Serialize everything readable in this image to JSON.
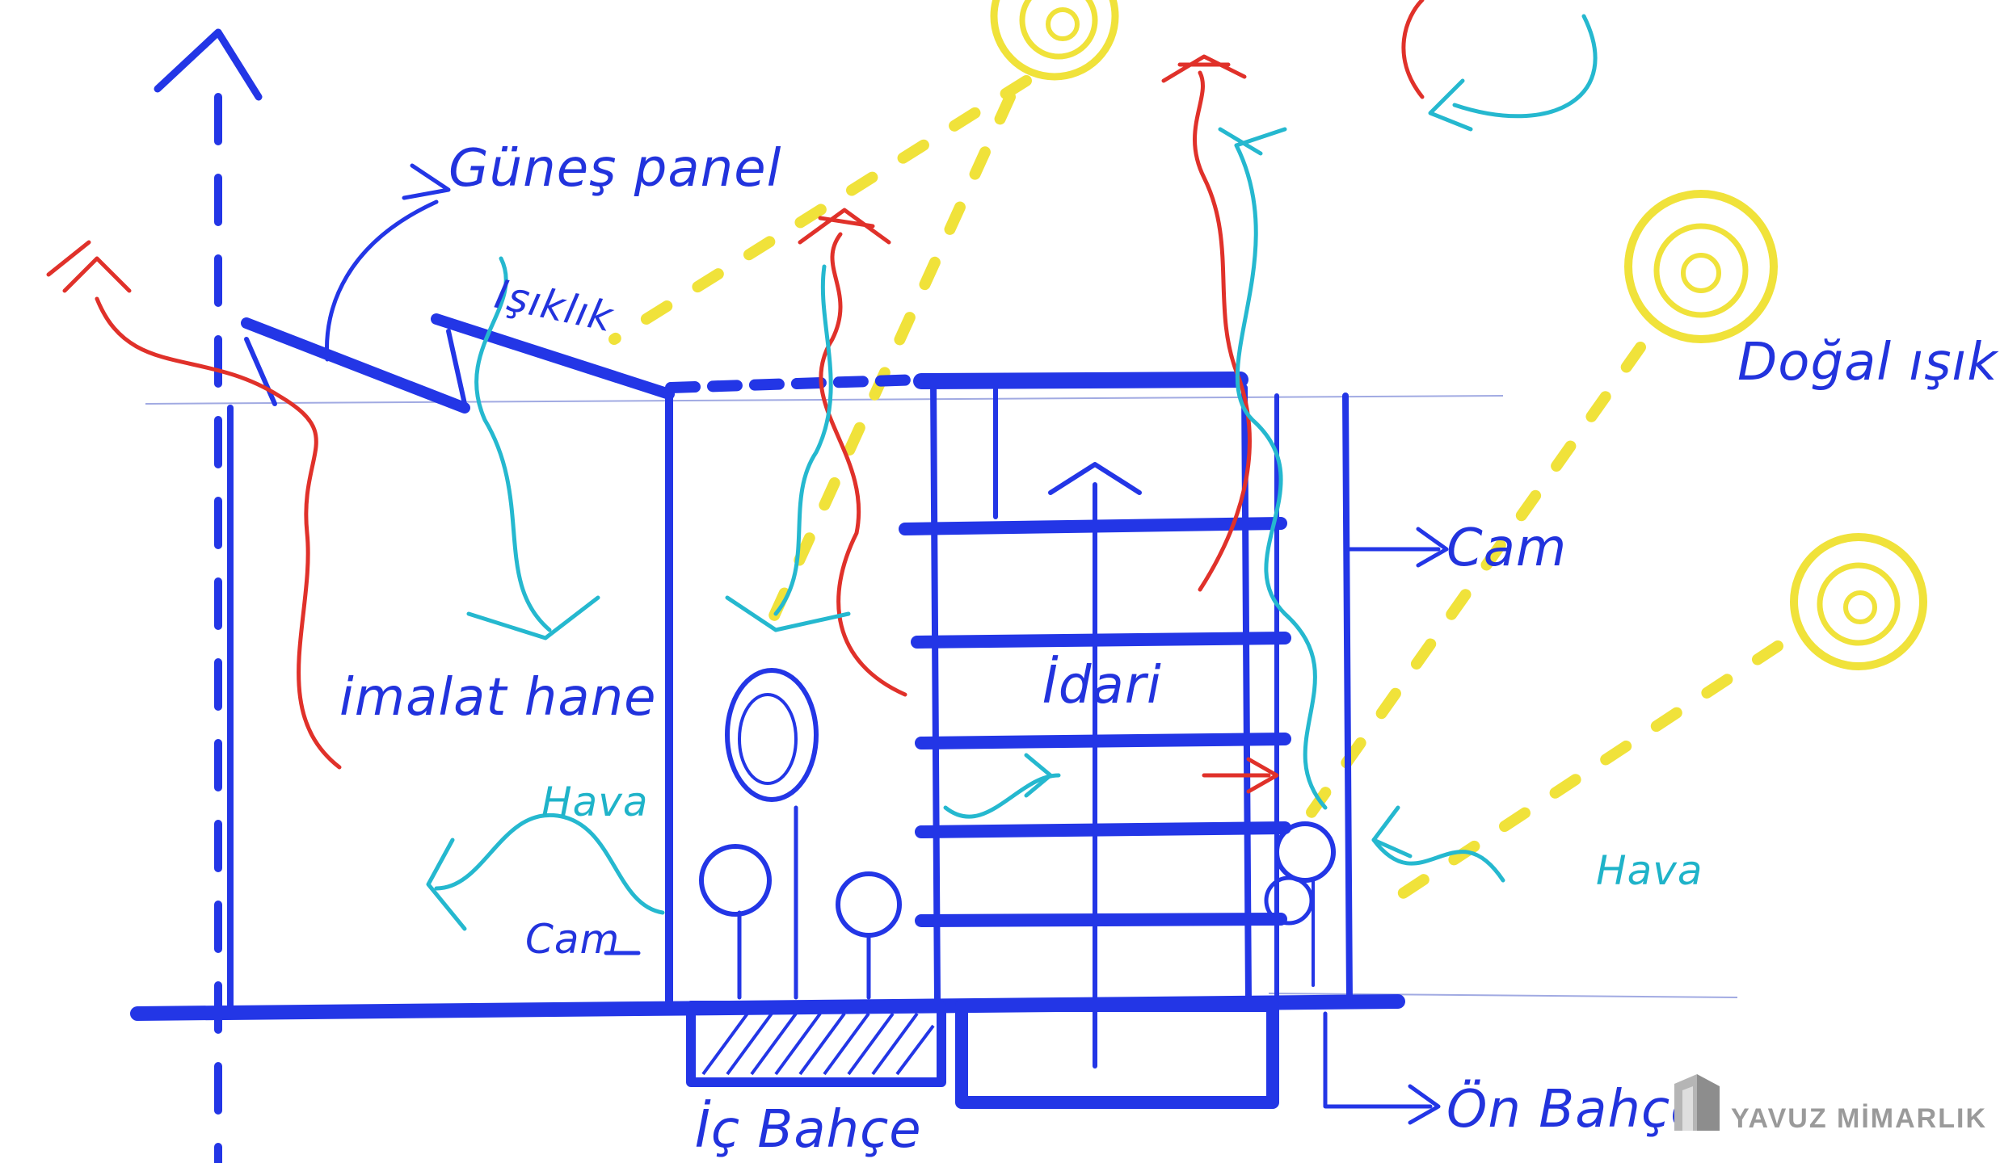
{
  "labels": {
    "solar_panel": "Güneş panel",
    "skylight": "Işıklık",
    "natural_light": "Doğal ışık",
    "glass_right": "Cam",
    "glass_left": "Cam",
    "workshop": "imalat hane",
    "office": "İdari",
    "air_left": "Hava",
    "air_right": "Hava",
    "inner_garden": "İç Bahçe",
    "front_garden": "Ön Bahçe"
  },
  "watermark": {
    "text": "YAVUZ MİMARLIK"
  },
  "colors": {
    "structure": "#2336e6",
    "warm_air": "#e0312a",
    "fresh_air": "#25b8cf",
    "sunlight": "#f0e23a",
    "watermark": "#9a9a9a"
  },
  "icons": [
    "sun-icon",
    "building-logo-icon",
    "arrow-icon",
    "tree-icon"
  ]
}
